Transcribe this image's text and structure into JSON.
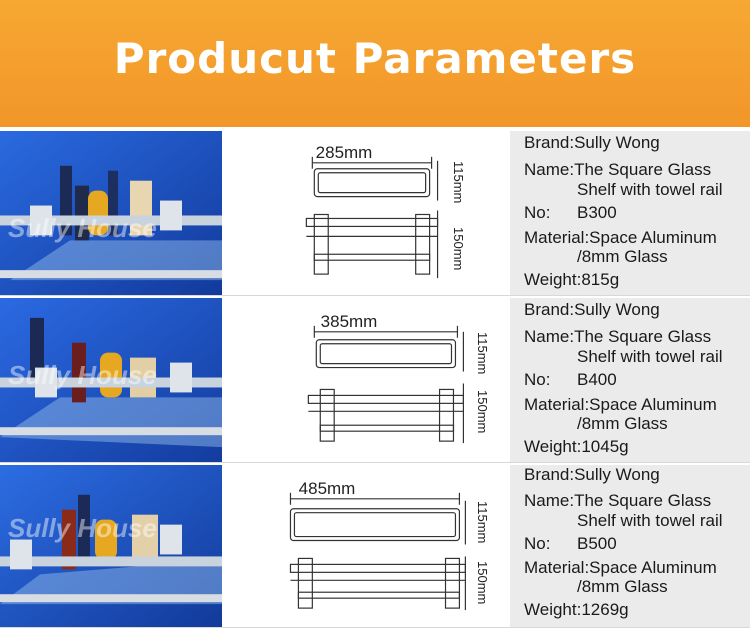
{
  "banner": {
    "title": "Producut Parameters"
  },
  "products": [
    {
      "width_label": "285mm",
      "depth_label": "115mm",
      "height_label": "150mm",
      "watermark": "Sully House",
      "brand": "Brand:Sully Wong",
      "name_1": "Name:The Square Glass",
      "name_2": "Shelf with towel rail",
      "no_label": "No:",
      "no_value": "B300",
      "material_1": "Material:Space Aluminum",
      "material_2": "/8mm Glass",
      "weight": "Weight:815g"
    },
    {
      "width_label": "385mm",
      "depth_label": "115mm",
      "height_label": "150mm",
      "watermark": "Sully House",
      "brand": "Brand:Sully Wong",
      "name_1": "Name:The Square Glass",
      "name_2": "Shelf with towel rail",
      "no_label": "No:",
      "no_value": "B400",
      "material_1": "Material:Space Aluminum",
      "material_2": "/8mm Glass",
      "weight": "Weight:1045g"
    },
    {
      "width_label": "485mm",
      "depth_label": "115mm",
      "height_label": "150mm",
      "watermark": "Sully House",
      "brand": "Brand:Sully Wong",
      "name_1": "Name:The Square Glass",
      "name_2": "Shelf with towel rail",
      "no_label": "No:",
      "no_value": "B500",
      "material_1": "Material:Space Aluminum",
      "material_2": "/8mm Glass",
      "weight": "Weight:1269g"
    }
  ],
  "colors": {
    "banner": "#f39c2c",
    "photo_bg": "#1f4fc4",
    "spec_bg": "#ebebeb"
  }
}
